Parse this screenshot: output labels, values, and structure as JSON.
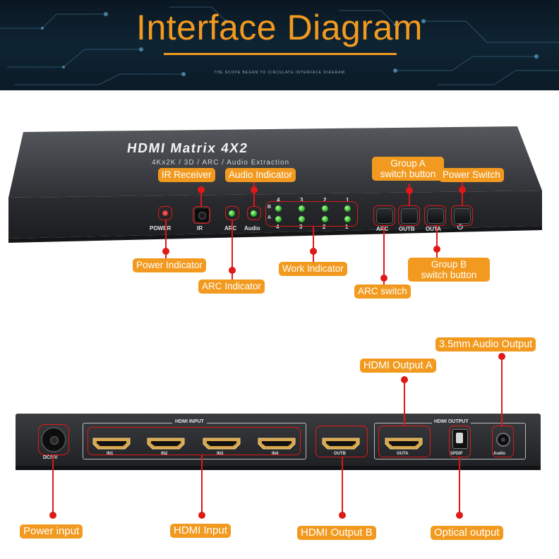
{
  "banner": {
    "title": "Interface Diagram",
    "subtitle": "THE SCOPE BEGAN TO CIRCULATE INTERFACE DIAGRAM"
  },
  "front_panel": {
    "model": "HDMI Matrix 4X2",
    "features": "4Kx2K / 3D / ARC / Audio Extraction",
    "labels": {
      "power": "POWER",
      "ir": "IR",
      "arc": "ARC",
      "audio": "Audio",
      "btn_arc": "ARC",
      "btn_outb": "OUTB",
      "btn_outa": "OUTA",
      "btn_power": "⏻",
      "row_b": "B",
      "row_a": "A"
    },
    "led_numbers": [
      "4",
      "3",
      "2",
      "1"
    ]
  },
  "front_callouts": {
    "ir_receiver": "IR Receiver",
    "audio_indicator": "Audio Indicator",
    "group_a_line1": "Group A",
    "group_a_line2": "switch button",
    "power_switch": "Power Switch",
    "power_indicator": "Power Indicator",
    "arc_indicator": "ARC Indicator",
    "work_indicator": "Work Indicator",
    "arc_switch": "ARC switch",
    "group_b_line1": "Group B",
    "group_b_line2": "switch button"
  },
  "rear_panel": {
    "labels": {
      "dc": "DC/5V",
      "hdmi_input": "HDMI INPUT",
      "hdmi_output": "HDMI OUTPUT",
      "in1": "IN1",
      "in2": "IN2",
      "in3": "IN3",
      "in4": "IN4",
      "outb": "OUTB",
      "outa": "OUTA",
      "spdif": "SPDIF",
      "audio": "Audio"
    }
  },
  "rear_callouts": {
    "audio_output": "3.5mm Audio Output",
    "hdmi_output_a": "HDMI Output A",
    "power_input": "Power input",
    "hdmi_input": "HDMI Input",
    "hdmi_output_b": "HDMI Output B",
    "optical_output": "Optical output"
  },
  "colors": {
    "accent": "#f29a1f",
    "pointer": "#e01818",
    "device": "#2b2d30",
    "led": "#39c42f"
  }
}
